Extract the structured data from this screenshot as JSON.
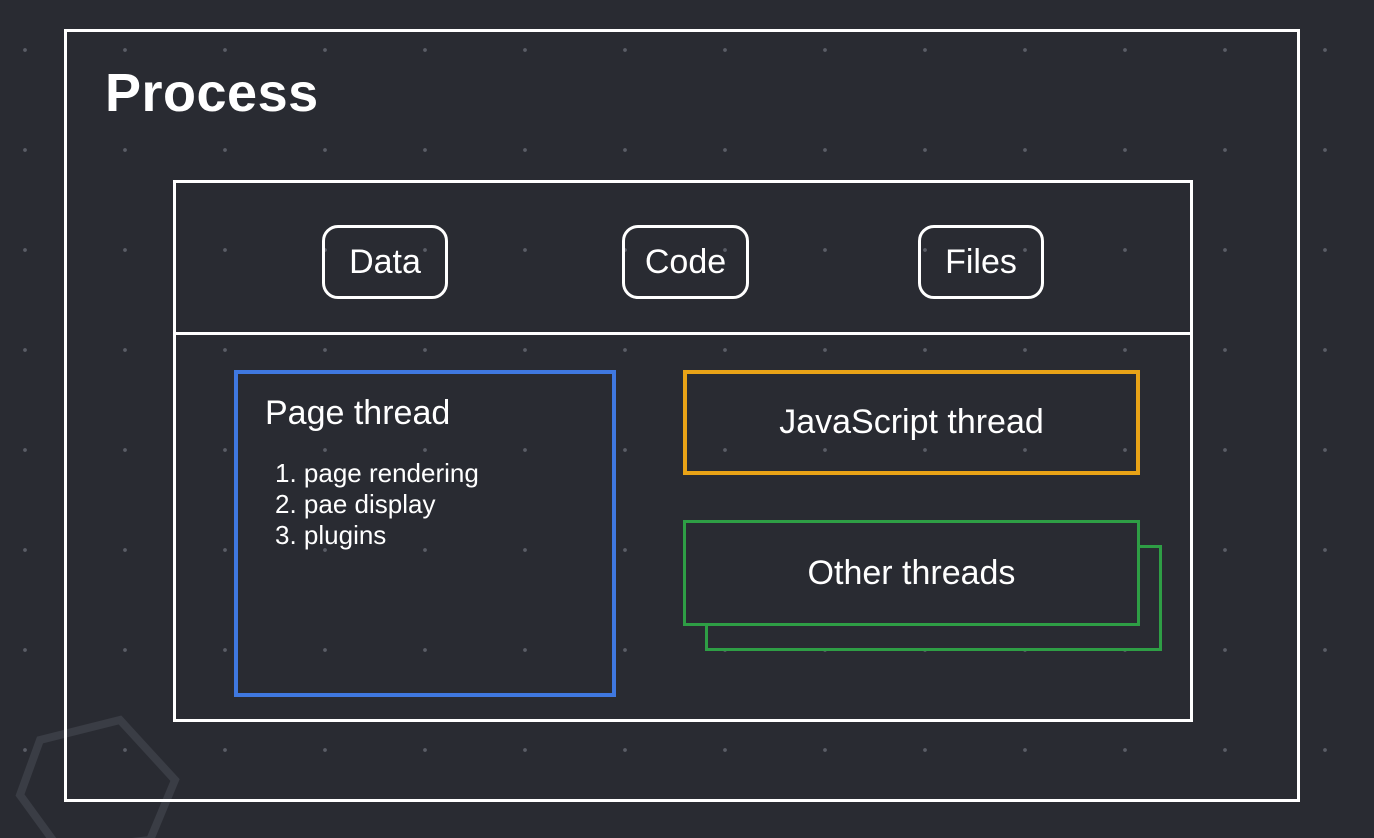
{
  "process": {
    "title": "Process"
  },
  "resources": {
    "data_label": "Data",
    "code_label": "Code",
    "files_label": "Files"
  },
  "threads": {
    "page_thread": {
      "title": "Page thread",
      "tasks": [
        "1. page rendering",
        "2. pae display",
        "3. plugins"
      ]
    },
    "javascript_thread": {
      "label": "JavaScript thread"
    },
    "other_threads": {
      "label": "Other threads"
    }
  },
  "colors": {
    "background": "#292b32",
    "page_thread_border": "#3f78e0",
    "javascript_thread_border": "#e8a317",
    "other_threads_border": "#2e9e45",
    "box_border": "#ffffff"
  }
}
